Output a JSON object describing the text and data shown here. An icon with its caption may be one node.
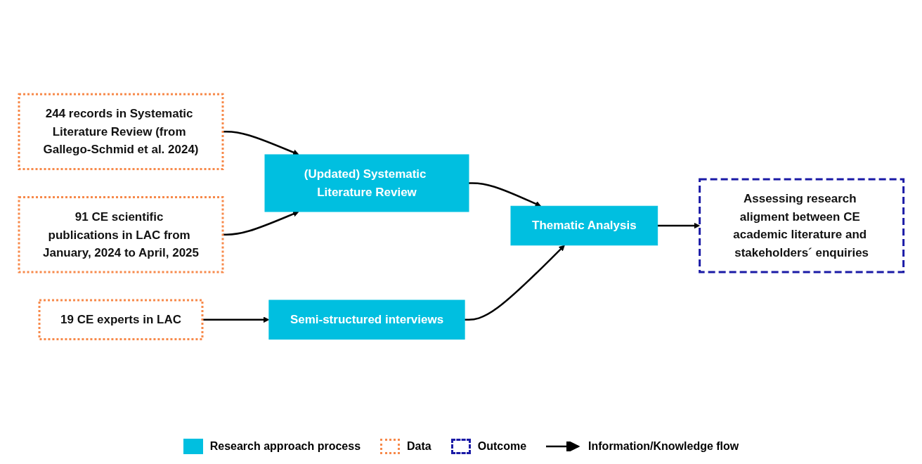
{
  "diagram": {
    "nodes": [
      {
        "text": [
          "244 records in Systematic Literature Review (from Gallego-Schmid et al. 2024)"
        ]
      },
      {
        "text": [
          "91 CE scientific publications in LAC from January, 2024 to April, 2025"
        ]
      },
      {
        "text": [
          "(Updated) Systematic Literature Review"
        ]
      },
      {
        "text": [
          "19 CE experts in LAC"
        ]
      },
      {
        "text": [
          "Semi-structured interviews"
        ]
      },
      {
        "text": [
          "Thematic Analysis"
        ]
      },
      {
        "text": [
          "Assessing research aligment between CE academic literature and stakeholders´ enquiries"
        ]
      }
    ],
    "edges": [
      {
        "from": 0,
        "to": 2,
        "arrow": "to"
      },
      {
        "from": 1,
        "to": 2,
        "arrow": "to"
      },
      {
        "from": 2,
        "to": 5,
        "arrow": "to"
      },
      {
        "from": 3,
        "to": 4,
        "arrow": "to"
      },
      {
        "from": 4,
        "to": 5,
        "arrow": "to"
      },
      {
        "from": 5,
        "to": 6,
        "arrow": "to"
      }
    ],
    "legend": [
      {
        "text": "Research approach process",
        "color": "#00bfe0"
      },
      {
        "text": "Data"
      },
      {
        "text": "Outcome"
      },
      {
        "text": "Information/Knowledge flow"
      }
    ]
  }
}
